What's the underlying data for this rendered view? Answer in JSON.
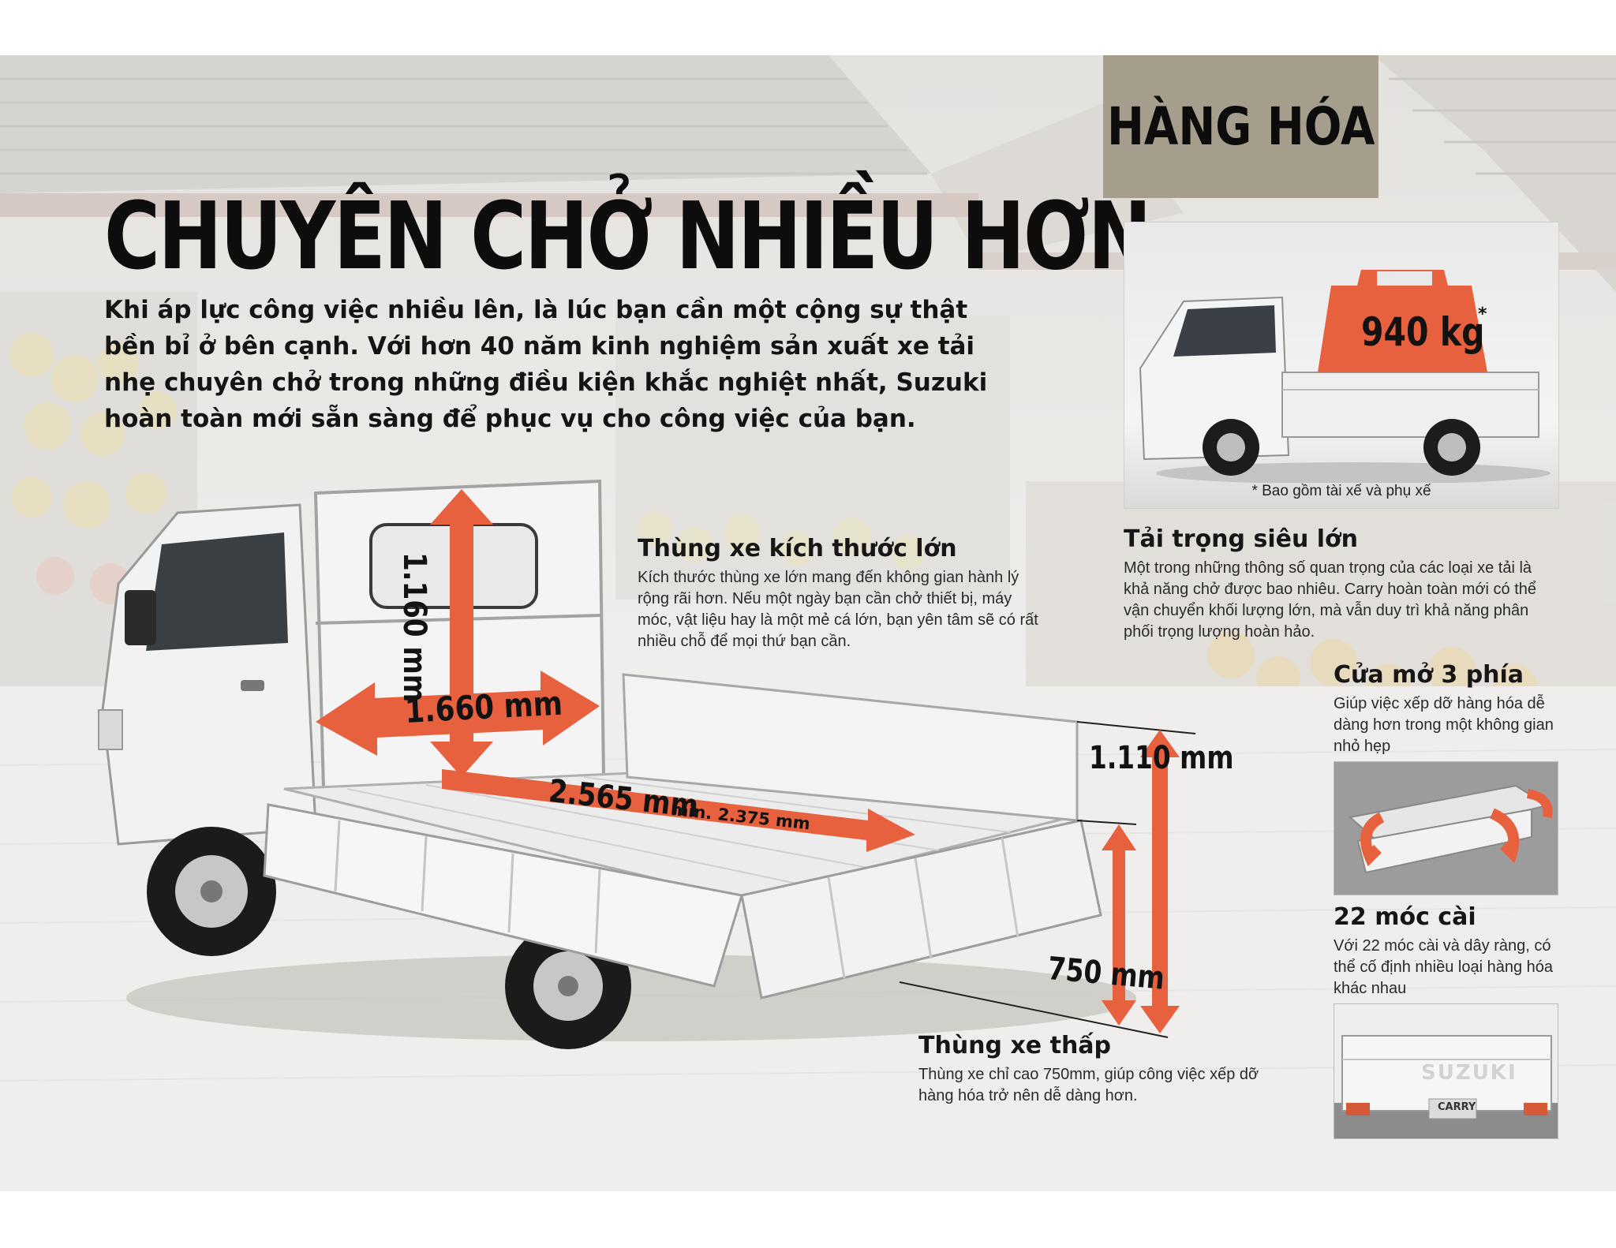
{
  "category": {
    "label": "HÀNG HÓA"
  },
  "headline": "CHUYÊN CHỞ NHIỀU HƠN",
  "intro": "Khi áp lực công việc nhiều lên, là lúc bạn cần một cộng sự thật bền bỉ ở bên cạnh. Với hơn 40 năm kinh nghiệm sản xuất xe tải nhẹ chuyên chở trong những điều kiện khắc nghiệt nhất, Suzuki hoàn toàn mới sẵn sàng để phục vụ cho công việc của bạn.",
  "load": {
    "weight_label": "940 kg",
    "asterisk": "*",
    "note": "* Bao gồm tài xế và phụ xế"
  },
  "dimensions": {
    "height": "1.160 mm",
    "width": "1.660 mm",
    "length": "2.565 mm",
    "length_min": "min. 2.375 mm",
    "total_height": "1.110 mm",
    "floor_height": "750 mm"
  },
  "features": {
    "big_bed": {
      "title": "Thùng xe kích thước lớn",
      "text": "Kích thước thùng xe lớn mang đến không gian hành lý rộng rãi hơn. Nếu một ngày bạn cần chở thiết bị, máy móc, vật liệu hay là một mẻ cá lớn, bạn yên tâm sẽ có rất nhiều chỗ để mọi thứ bạn cần."
    },
    "payload": {
      "title": "Tải trọng siêu lớn",
      "text": "Một trong những thông số quan trọng của các loại xe tải là khả năng chở được bao nhiêu. Carry hoàn toàn mới có thể vận chuyển khối lượng lớn, mà vẫn duy trì khả năng phân phối trọng lượng hoàn hảo."
    },
    "three_side": {
      "title": "Cửa mở 3 phía",
      "text": "Giúp việc xếp dỡ hàng hóa dễ dàng hơn trong một không gian nhỏ hẹp"
    },
    "hooks": {
      "title": "22 móc cài",
      "text": "Với 22 móc cài và dây ràng, có thể cố định nhiều loại hàng hóa khác nhau"
    },
    "low_bed": {
      "title": "Thùng xe thấp",
      "text": "Thùng xe chỉ cao 750mm, giúp công việc xếp dỡ hàng hóa trở nên dễ dàng hơn."
    }
  },
  "thumbs": {
    "tailgate_brand": "SUZUKI",
    "tailgate_model": "CARRY"
  },
  "colors": {
    "accent": "#e8613f",
    "category_bg": "#a59e8c",
    "text": "#141414"
  }
}
